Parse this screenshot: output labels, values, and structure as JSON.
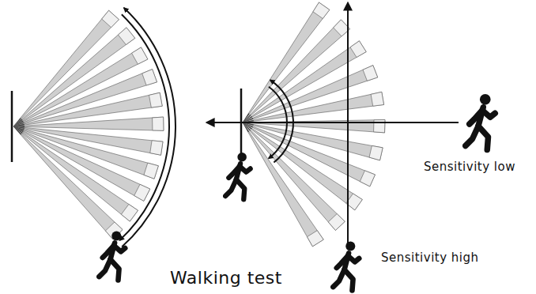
{
  "diagram": {
    "labels": [
      "Sensitivity low",
      "Sensitivity high",
      "Walking test"
    ]
  }
}
